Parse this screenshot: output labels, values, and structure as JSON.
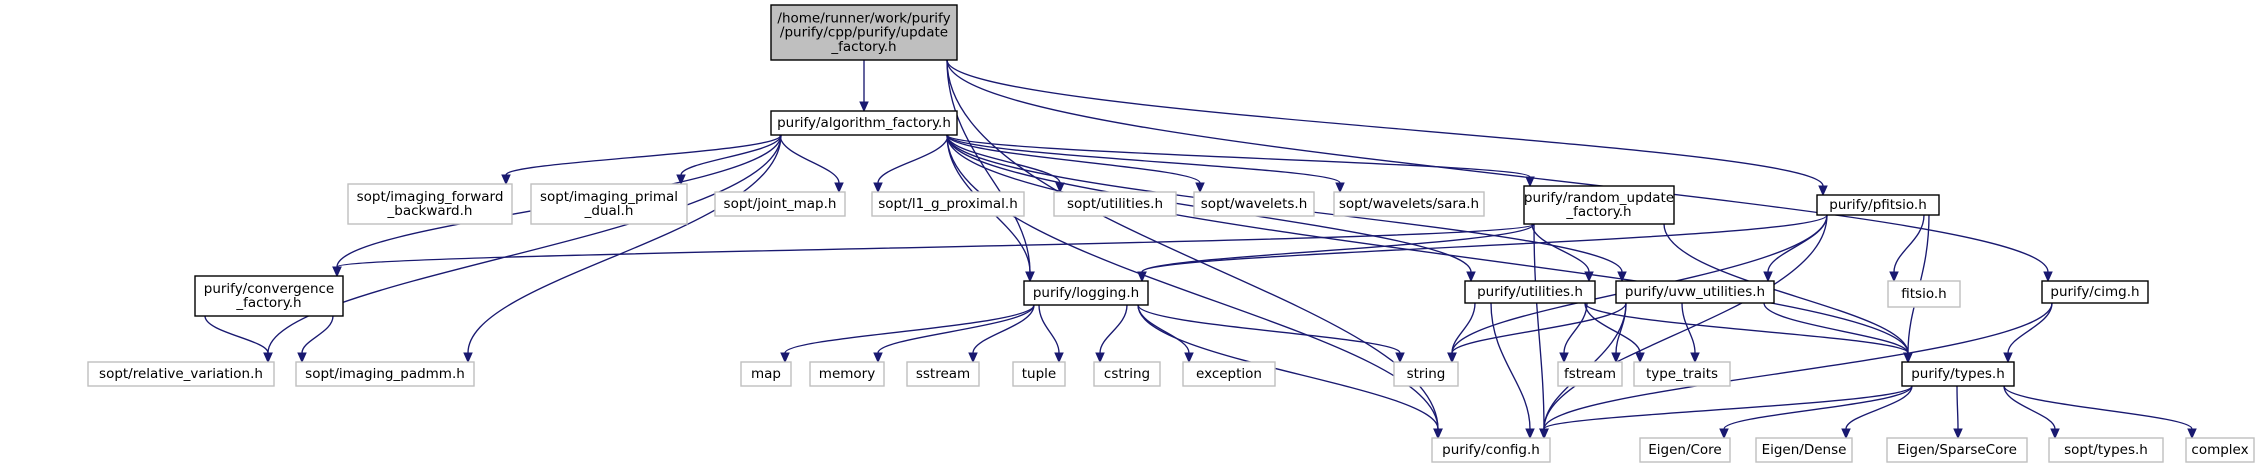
{
  "diagram": {
    "type": "include-dependency-graph",
    "colors": {
      "edge": "#191970",
      "root_fill": "#bfbfbf",
      "node_border": "#000000",
      "system_border": "#bfbfbf"
    },
    "nodes": [
      {
        "id": "root",
        "kind": "root",
        "lines": [
          "/home/runner/work/purify",
          "/purify/cpp/purify/update",
          "_factory.h"
        ]
      },
      {
        "id": "algorithm_factory",
        "kind": "doc",
        "lines": [
          "purify/algorithm_factory.h"
        ]
      },
      {
        "id": "imaging_forward_backward",
        "kind": "sys",
        "lines": [
          "sopt/imaging_forward",
          "_backward.h"
        ]
      },
      {
        "id": "imaging_primal_dual",
        "kind": "sys",
        "lines": [
          "sopt/imaging_primal",
          "_dual.h"
        ]
      },
      {
        "id": "joint_map",
        "kind": "sys",
        "lines": [
          "sopt/joint_map.h"
        ]
      },
      {
        "id": "l1_g_proximal",
        "kind": "sys",
        "lines": [
          "sopt/l1_g_proximal.h"
        ]
      },
      {
        "id": "sopt_utilities",
        "kind": "sys",
        "lines": [
          "sopt/utilities.h"
        ]
      },
      {
        "id": "wavelets",
        "kind": "sys",
        "lines": [
          "sopt/wavelets.h"
        ]
      },
      {
        "id": "wavelets_sara",
        "kind": "sys",
        "lines": [
          "sopt/wavelets/sara.h"
        ]
      },
      {
        "id": "random_update_factory",
        "kind": "doc",
        "lines": [
          "purify/random_update",
          "_factory.h"
        ]
      },
      {
        "id": "pfitsio",
        "kind": "doc",
        "lines": [
          "purify/pfitsio.h"
        ]
      },
      {
        "id": "convergence_factory",
        "kind": "doc",
        "lines": [
          "purify/convergence",
          "_factory.h"
        ]
      },
      {
        "id": "logging",
        "kind": "doc",
        "lines": [
          "purify/logging.h"
        ]
      },
      {
        "id": "utilities",
        "kind": "doc",
        "lines": [
          "purify/utilities.h"
        ]
      },
      {
        "id": "uvw_utilities",
        "kind": "doc",
        "lines": [
          "purify/uvw_utilities.h"
        ]
      },
      {
        "id": "fitsio",
        "kind": "sys",
        "lines": [
          "fitsio.h"
        ]
      },
      {
        "id": "cimg",
        "kind": "doc",
        "lines": [
          "purify/cimg.h"
        ]
      },
      {
        "id": "relative_variation",
        "kind": "sys",
        "lines": [
          "sopt/relative_variation.h"
        ]
      },
      {
        "id": "imaging_padmm",
        "kind": "sys",
        "lines": [
          "sopt/imaging_padmm.h"
        ]
      },
      {
        "id": "map",
        "kind": "sys",
        "lines": [
          "map"
        ]
      },
      {
        "id": "memory",
        "kind": "sys",
        "lines": [
          "memory"
        ]
      },
      {
        "id": "sstream",
        "kind": "sys",
        "lines": [
          "sstream"
        ]
      },
      {
        "id": "tuple",
        "kind": "sys",
        "lines": [
          "tuple"
        ]
      },
      {
        "id": "cstring",
        "kind": "sys",
        "lines": [
          "cstring"
        ]
      },
      {
        "id": "exception",
        "kind": "sys",
        "lines": [
          "exception"
        ]
      },
      {
        "id": "string",
        "kind": "sys",
        "lines": [
          "string"
        ]
      },
      {
        "id": "fstream",
        "kind": "sys",
        "lines": [
          "fstream"
        ]
      },
      {
        "id": "type_traits",
        "kind": "sys",
        "lines": [
          "type_traits"
        ]
      },
      {
        "id": "types",
        "kind": "doc",
        "lines": [
          "purify/types.h"
        ]
      },
      {
        "id": "config",
        "kind": "sys",
        "lines": [
          "purify/config.h"
        ]
      },
      {
        "id": "eigen_core",
        "kind": "sys",
        "lines": [
          "Eigen/Core"
        ]
      },
      {
        "id": "eigen_dense",
        "kind": "sys",
        "lines": [
          "Eigen/Dense"
        ]
      },
      {
        "id": "eigen_sparsecore",
        "kind": "sys",
        "lines": [
          "Eigen/SparseCore"
        ]
      },
      {
        "id": "sopt_types",
        "kind": "sys",
        "lines": [
          "sopt/types.h"
        ]
      },
      {
        "id": "complex",
        "kind": "sys",
        "lines": [
          "complex"
        ]
      }
    ],
    "edges": [
      [
        "root",
        "algorithm_factory"
      ],
      [
        "root",
        "logging"
      ],
      [
        "root",
        "pfitsio"
      ],
      [
        "root",
        "cimg"
      ],
      [
        "root",
        "config"
      ],
      [
        "algorithm_factory",
        "imaging_forward_backward"
      ],
      [
        "algorithm_factory",
        "imaging_primal_dual"
      ],
      [
        "algorithm_factory",
        "joint_map"
      ],
      [
        "algorithm_factory",
        "l1_g_proximal"
      ],
      [
        "algorithm_factory",
        "sopt_utilities"
      ],
      [
        "algorithm_factory",
        "wavelets"
      ],
      [
        "algorithm_factory",
        "wavelets_sara"
      ],
      [
        "algorithm_factory",
        "random_update_factory"
      ],
      [
        "algorithm_factory",
        "convergence_factory"
      ],
      [
        "algorithm_factory",
        "logging"
      ],
      [
        "algorithm_factory",
        "utilities"
      ],
      [
        "algorithm_factory",
        "uvw_utilities"
      ],
      [
        "algorithm_factory",
        "relative_variation"
      ],
      [
        "algorithm_factory",
        "imaging_padmm"
      ],
      [
        "algorithm_factory",
        "types"
      ],
      [
        "algorithm_factory",
        "config"
      ],
      [
        "random_update_factory",
        "convergence_factory"
      ],
      [
        "random_update_factory",
        "logging"
      ],
      [
        "random_update_factory",
        "utilities"
      ],
      [
        "random_update_factory",
        "types"
      ],
      [
        "random_update_factory",
        "config"
      ],
      [
        "pfitsio",
        "logging"
      ],
      [
        "pfitsio",
        "uvw_utilities"
      ],
      [
        "pfitsio",
        "fitsio"
      ],
      [
        "pfitsio",
        "string"
      ],
      [
        "pfitsio",
        "types"
      ],
      [
        "pfitsio",
        "config"
      ],
      [
        "convergence_factory",
        "relative_variation"
      ],
      [
        "convergence_factory",
        "imaging_padmm"
      ],
      [
        "logging",
        "map"
      ],
      [
        "logging",
        "memory"
      ],
      [
        "logging",
        "sstream"
      ],
      [
        "logging",
        "tuple"
      ],
      [
        "logging",
        "cstring"
      ],
      [
        "logging",
        "exception"
      ],
      [
        "logging",
        "string"
      ],
      [
        "logging",
        "config"
      ],
      [
        "utilities",
        "string"
      ],
      [
        "utilities",
        "fstream"
      ],
      [
        "utilities",
        "type_traits"
      ],
      [
        "utilities",
        "types"
      ],
      [
        "utilities",
        "config"
      ],
      [
        "uvw_utilities",
        "string"
      ],
      [
        "uvw_utilities",
        "fstream"
      ],
      [
        "uvw_utilities",
        "type_traits"
      ],
      [
        "uvw_utilities",
        "types"
      ],
      [
        "uvw_utilities",
        "config"
      ],
      [
        "cimg",
        "types"
      ],
      [
        "cimg",
        "config"
      ],
      [
        "types",
        "config"
      ],
      [
        "types",
        "eigen_core"
      ],
      [
        "types",
        "eigen_dense"
      ],
      [
        "types",
        "eigen_sparsecore"
      ],
      [
        "types",
        "sopt_types"
      ],
      [
        "types",
        "complex"
      ]
    ]
  }
}
